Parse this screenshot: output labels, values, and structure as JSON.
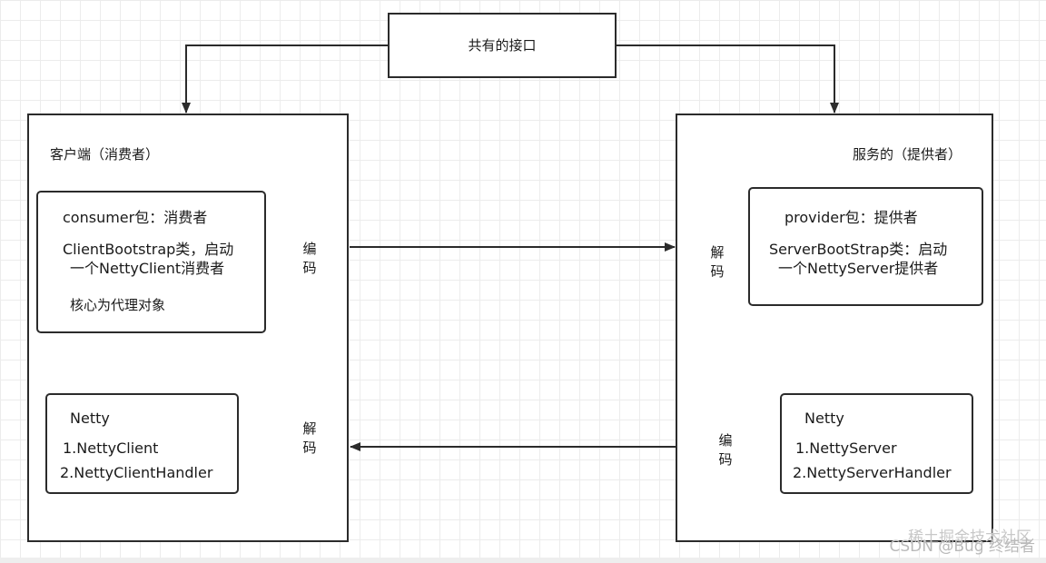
{
  "interface_box": {
    "label": "共有的接口"
  },
  "consumer_side": {
    "title": "客户端（消费者）",
    "package_card": {
      "package_line": "consumer包：消费者",
      "bootstrap_line1": "ClientBootstrap类，启动",
      "bootstrap_line2": "一个NettyClient消费者",
      "core_line": "核心为代理对象"
    },
    "netty_card": {
      "title": "Netty",
      "item1": "1.NettyClient",
      "item2": "2.NettyClientHandler"
    }
  },
  "provider_side": {
    "title": "服务的（提供者）",
    "package_card": {
      "package_line": "provider包：提供者",
      "bootstrap_line1": "ServerBootStrap类：启动",
      "bootstrap_line2": "一个NettyServer提供者"
    },
    "netty_card": {
      "title": "Netty",
      "item1": "1.NettyServer",
      "item2": "2.NettyServerHandler"
    }
  },
  "edge_labels": {
    "consumer_encode": "编码",
    "consumer_decode": "解码",
    "provider_decode": "解码",
    "provider_encode": "编码"
  },
  "watermarks": {
    "back": "稀土掘金技术社区",
    "front": "CSDN @Bug 终结者"
  }
}
